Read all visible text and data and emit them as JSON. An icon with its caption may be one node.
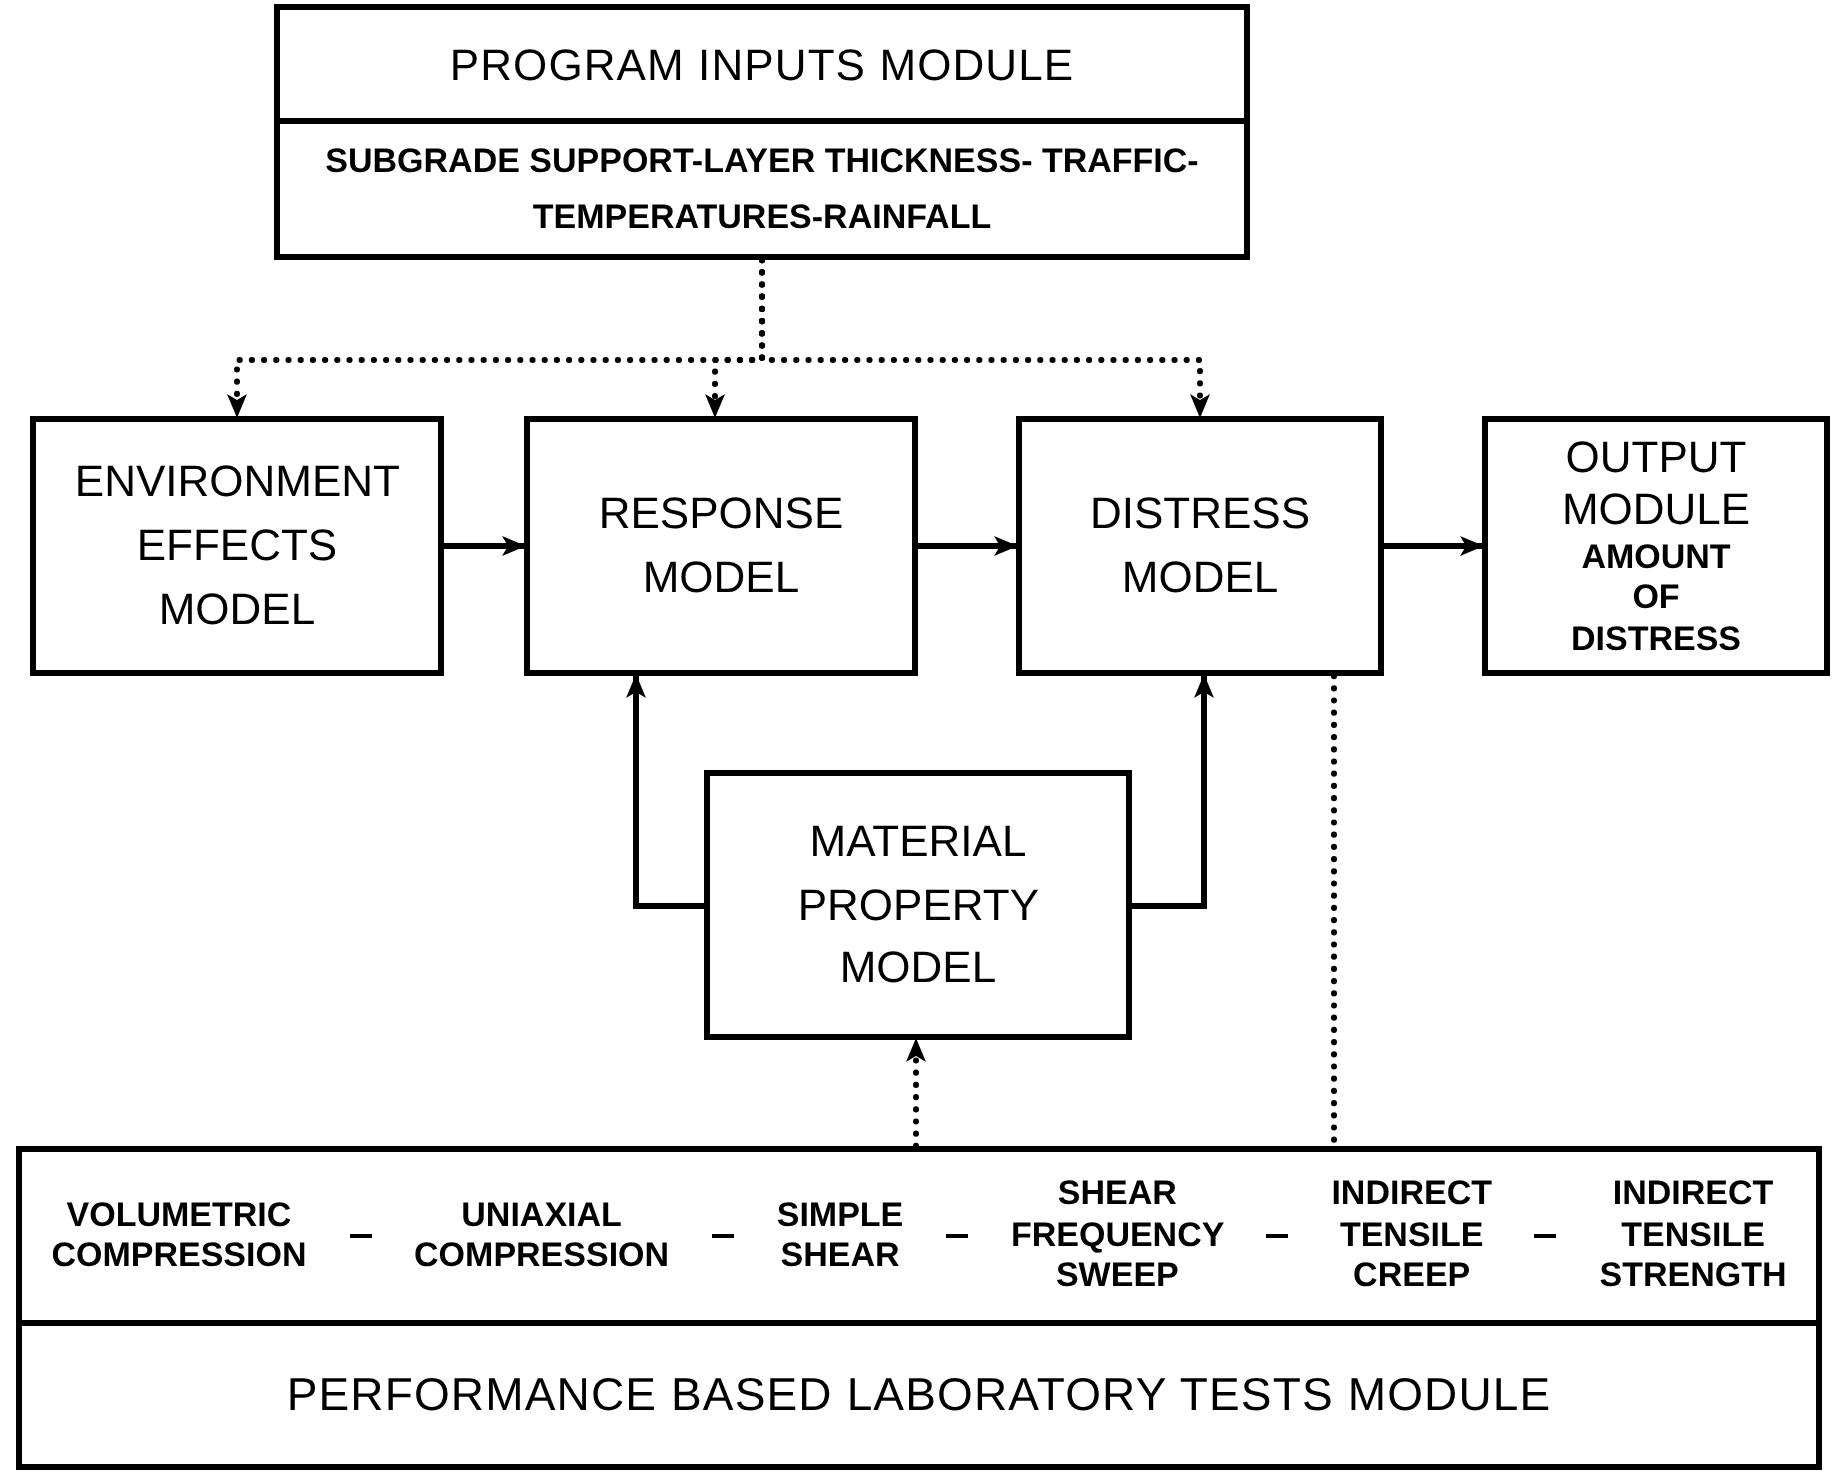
{
  "diagram": {
    "nodes": [
      {
        "text": [
          "PROGRAM INPUTS MODULE",
          "SUBGRADE SUPPORT-LAYER THICKNESS- TRAFFIC-TEMPERATURES-RAINFALL"
        ]
      },
      {
        "text": [
          "ENVIRONMENT EFFECTS MODEL"
        ]
      },
      {
        "text": [
          "RESPONSE MODEL"
        ]
      },
      {
        "text": [
          "DISTRESS MODEL"
        ]
      },
      {
        "text": [
          "OUTPUT MODULE",
          "AMOUNT OF DISTRESS"
        ]
      },
      {
        "text": [
          "MATERIAL PROPERTY MODEL"
        ]
      },
      {
        "text": [
          "VOLUMETRIC COMPRESSION",
          "UNIAXIAL COMPRESSION",
          "SIMPLE SHEAR",
          "SHEAR FREQUENCY SWEEP",
          "INDIRECT TENSILE CREEP",
          "INDIRECT TENSILE STRENGTH",
          "PERFORMANCE BASED LABORATORY TESTS MODULE"
        ]
      }
    ],
    "edges": [
      {
        "from": 0,
        "to": 1,
        "arrow": "to",
        "style": "dashed"
      },
      {
        "from": 0,
        "to": 2,
        "arrow": "to",
        "style": "dashed"
      },
      {
        "from": 0,
        "to": 3,
        "arrow": "to",
        "style": "dashed"
      },
      {
        "from": 1,
        "to": 2,
        "arrow": "to"
      },
      {
        "from": 2,
        "to": 3,
        "arrow": "to"
      },
      {
        "from": 3,
        "to": 4,
        "arrow": "to"
      },
      {
        "from": 5,
        "to": 2,
        "arrow": "to"
      },
      {
        "from": 5,
        "to": 3,
        "arrow": "to"
      },
      {
        "from": 6,
        "to": 5,
        "arrow": "to",
        "style": "dashed"
      },
      {
        "from": 3,
        "to": 6,
        "arrow": "none",
        "style": "dashed"
      }
    ]
  }
}
